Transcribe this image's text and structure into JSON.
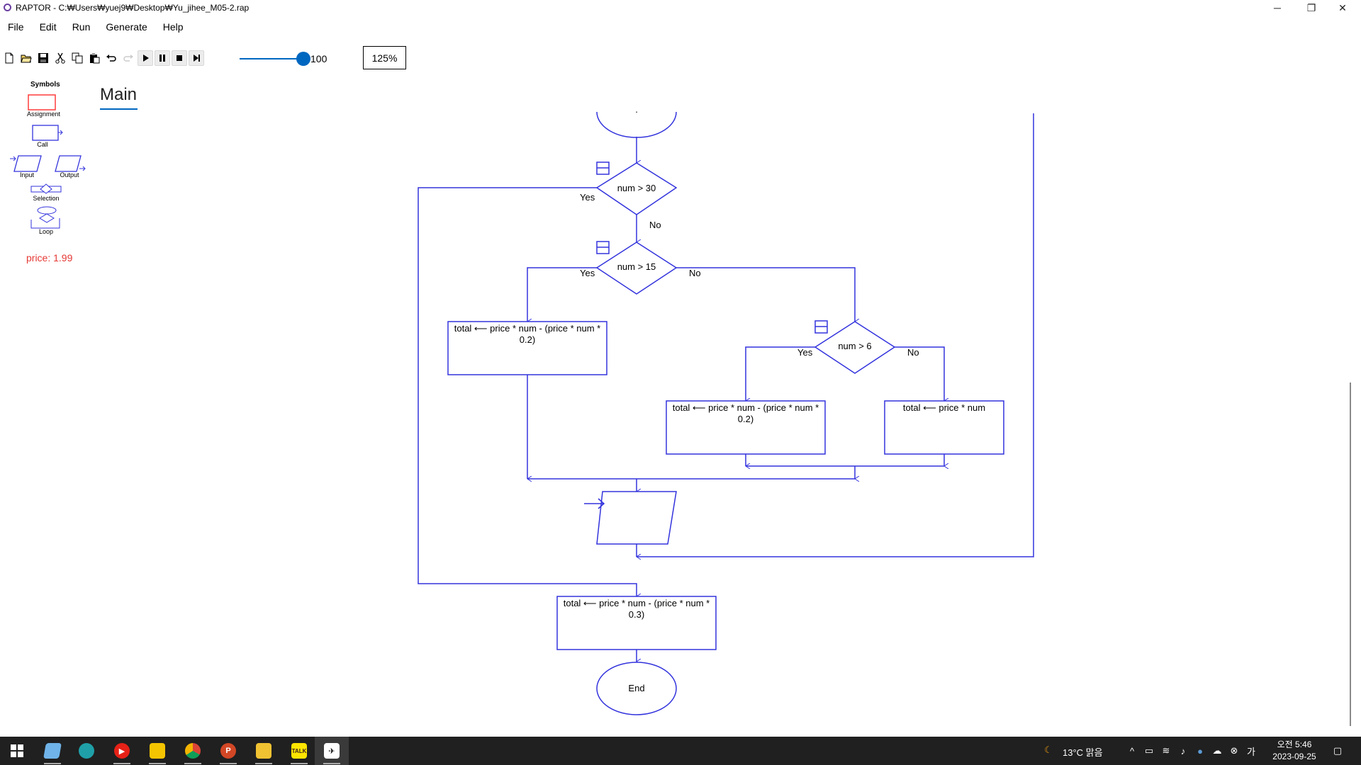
{
  "window": {
    "title": "RAPTOR - C:₩Users₩yuej9₩Desktop₩Yu_jihee_M05-2.rap",
    "controls": {
      "minimize": "─",
      "maximize": "❐",
      "close": "✕"
    }
  },
  "menu": {
    "items": [
      "File",
      "Edit",
      "Run",
      "Generate",
      "Help"
    ]
  },
  "toolbar": {
    "tools": [
      "new-file-icon",
      "open-file-icon",
      "save-icon",
      "cut-icon",
      "copy-icon",
      "paste-icon",
      "undo-icon",
      "redo-icon",
      "run-icon",
      "pause-icon",
      "stop-icon",
      "step-icon"
    ],
    "speed_value": "100",
    "speed_fraction": 1.0,
    "zoom": "125%"
  },
  "symbols": {
    "title": "Symbols",
    "items": [
      "Assignment",
      "Call",
      "Input",
      "Output",
      "Selection",
      "Loop"
    ],
    "watch": "price: 1.99"
  },
  "tabs": {
    "active": "Main"
  },
  "flowchart": {
    "decision_1": {
      "condition": "num > 30",
      "yes": "Yes",
      "no": "No"
    },
    "decision_2": {
      "condition": "num > 15",
      "yes": "Yes",
      "no": "No"
    },
    "decision_3": {
      "condition": "num > 6",
      "yes": "Yes",
      "no": "No"
    },
    "assign_1_line1": "total ⟵ price * num - (price * num *",
    "assign_1_line2": "0.2)",
    "assign_2_line1": "total ⟵ price * num - (price * num *",
    "assign_2_line2": "0.2)",
    "assign_3": "total ⟵ price * num",
    "assign_4_line1": "total ⟵ price * num - (price * num *",
    "assign_4_line2": "0.3)",
    "end": "End",
    "top_fragment": "."
  },
  "colors": {
    "flow_line": "#3333dd",
    "accent": "#0067c0",
    "watch": "#e53935"
  },
  "taskbar": {
    "apps": [
      "windows-start-icon",
      "notepad-icon",
      "edge-icon",
      "youtube-icon",
      "sticky-notes-icon",
      "chrome-icon",
      "powerpoint-icon",
      "file-explorer-icon",
      "kakaotalk-icon",
      "raptor-icon"
    ],
    "weather": "13°C  맑음",
    "time": "오전 5:46",
    "date": "2023-09-25"
  }
}
